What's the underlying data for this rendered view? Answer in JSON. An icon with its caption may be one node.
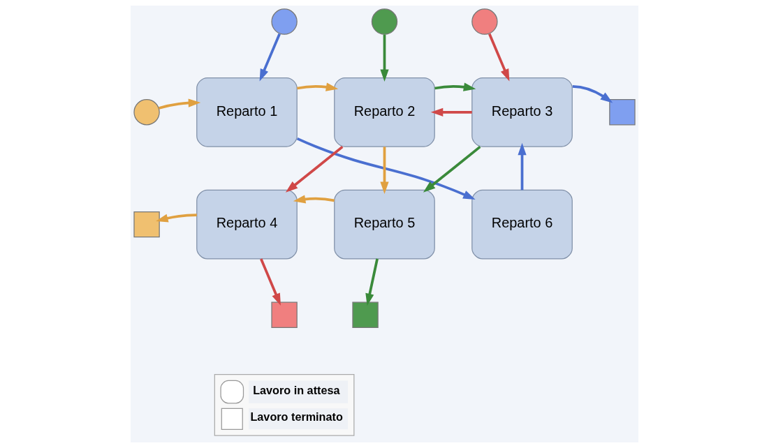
{
  "diagram": {
    "nodes": [
      {
        "text": [],
        "shape": "circle"
      },
      {
        "text": [],
        "shape": "circle"
      },
      {
        "text": [],
        "shape": "circle"
      },
      {
        "text": [],
        "shape": "circle"
      },
      {
        "text": [
          "Reparto 1"
        ]
      },
      {
        "text": [
          "Reparto 2"
        ]
      },
      {
        "text": [
          "Reparto 3"
        ]
      },
      {
        "text": [],
        "shape": "box"
      },
      {
        "text": [],
        "shape": "box"
      },
      {
        "text": [
          "Reparto 4"
        ]
      },
      {
        "text": [
          "Reparto 5"
        ]
      },
      {
        "text": [
          "Reparto 6"
        ]
      },
      {
        "text": [],
        "shape": "box"
      },
      {
        "text": [],
        "shape": "box"
      }
    ],
    "edges": [
      {
        "from": 0,
        "to": 4,
        "arrow": "to",
        "color": "#4a6fd0"
      },
      {
        "from": 1,
        "to": 5,
        "arrow": "to",
        "color": "#3a8a3a"
      },
      {
        "from": 2,
        "to": 6,
        "arrow": "to",
        "color": "#d04848"
      },
      {
        "from": 3,
        "to": 4,
        "arrow": "to",
        "color": "#e0a040"
      },
      {
        "from": 4,
        "to": 5,
        "arrow": "to",
        "color": "#e0a040"
      },
      {
        "from": 6,
        "to": 5,
        "arrow": "to",
        "color": "#d04848"
      },
      {
        "from": 5,
        "to": 6,
        "arrow": "to",
        "color": "#3a8a3a"
      },
      {
        "from": 6,
        "to": 7,
        "arrow": "to",
        "color": "#4a6fd0"
      },
      {
        "from": 4,
        "to": 11,
        "arrow": "to",
        "color": "#4a6fd0"
      },
      {
        "from": 5,
        "to": 9,
        "arrow": "to",
        "color": "#d04848"
      },
      {
        "from": 5,
        "to": 10,
        "arrow": "to",
        "color": "#e0a040"
      },
      {
        "from": 6,
        "to": 10,
        "arrow": "to",
        "color": "#3a8a3a"
      },
      {
        "from": 11,
        "to": 6,
        "arrow": "to",
        "color": "#4a6fd0"
      },
      {
        "from": 10,
        "to": 9,
        "arrow": "to",
        "color": "#e0a040"
      },
      {
        "from": 9,
        "to": 8,
        "arrow": "to",
        "color": "#e0a040"
      },
      {
        "from": 9,
        "to": 12,
        "arrow": "to",
        "color": "#d04848"
      },
      {
        "from": 10,
        "to": 13,
        "arrow": "to",
        "color": "#3a8a3a"
      }
    ],
    "legend": [
      {
        "text": "Lavoro in attesa"
      },
      {
        "text": "Lavoro terminato"
      }
    ]
  }
}
